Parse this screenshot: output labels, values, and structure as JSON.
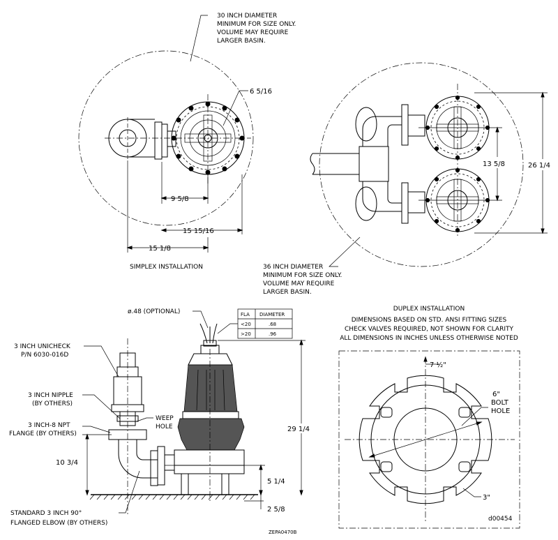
{
  "simplex": {
    "basin_note": [
      "30 INCH DIAMETER",
      "MINIMUM FOR SIZE ONLY.",
      "VOLUME MAY REQUIRE",
      "LARGER BASIN."
    ],
    "dim_bolt": "6 5/16",
    "dim_a": "9 5/8",
    "dim_b": "15 15/16",
    "dim_c": "15 1/8",
    "caption": "SIMPLEX INSTALLATION"
  },
  "duplex": {
    "dim_spacing": "13 5/8",
    "dim_overall": "26 1/4",
    "basin_note": [
      "36 INCH DIAMETER",
      "MINIMUM FOR SIZE ONLY.",
      "VOLUME MAY REQUIRE",
      "LARGER BASIN."
    ],
    "caption": "DUPLEX INSTALLATION",
    "notes": [
      "DIMENSIONS BASED ON STD. ANSI FITTING SIZES",
      "CHECK VALVES REQUIRED, NOT SHOWN FOR CLARITY",
      "ALL DIMENSIONS IN INCHES UNLESS OTHERWISE NOTED"
    ]
  },
  "elevation": {
    "optional_label": "ø.48 (OPTIONAL)",
    "table": {
      "headers": [
        "FLA",
        "DIAMETER"
      ],
      "rows": [
        [
          "<20",
          ".68"
        ],
        [
          ">20",
          ".96"
        ]
      ]
    },
    "unicheck": [
      "3 INCH UNICHECK",
      "P/N 6030-016D"
    ],
    "nipple": [
      "3 INCH NIPPLE",
      "(BY OTHERS)"
    ],
    "weep": [
      "WEEP",
      "HOLE"
    ],
    "flange": [
      "3 INCH-8 NPT",
      "FLANGE (BY OTHERS)"
    ],
    "dim_height": "10 3/4",
    "dim_overall": "29 1/4",
    "dim_outlet": "5 1/4",
    "dim_foot": "2 5/8",
    "elbow": [
      "STANDARD 3 INCH 90°",
      "FLANGED ELBOW (BY OTHERS)"
    ],
    "drawing_id": "ZEPA0470B"
  },
  "base": {
    "dim_slot": "7 ½\"",
    "bolt": [
      "6\"",
      "BOLT",
      "HOLE"
    ],
    "dim_notch": "3\"",
    "drawing_id": "d00454"
  }
}
